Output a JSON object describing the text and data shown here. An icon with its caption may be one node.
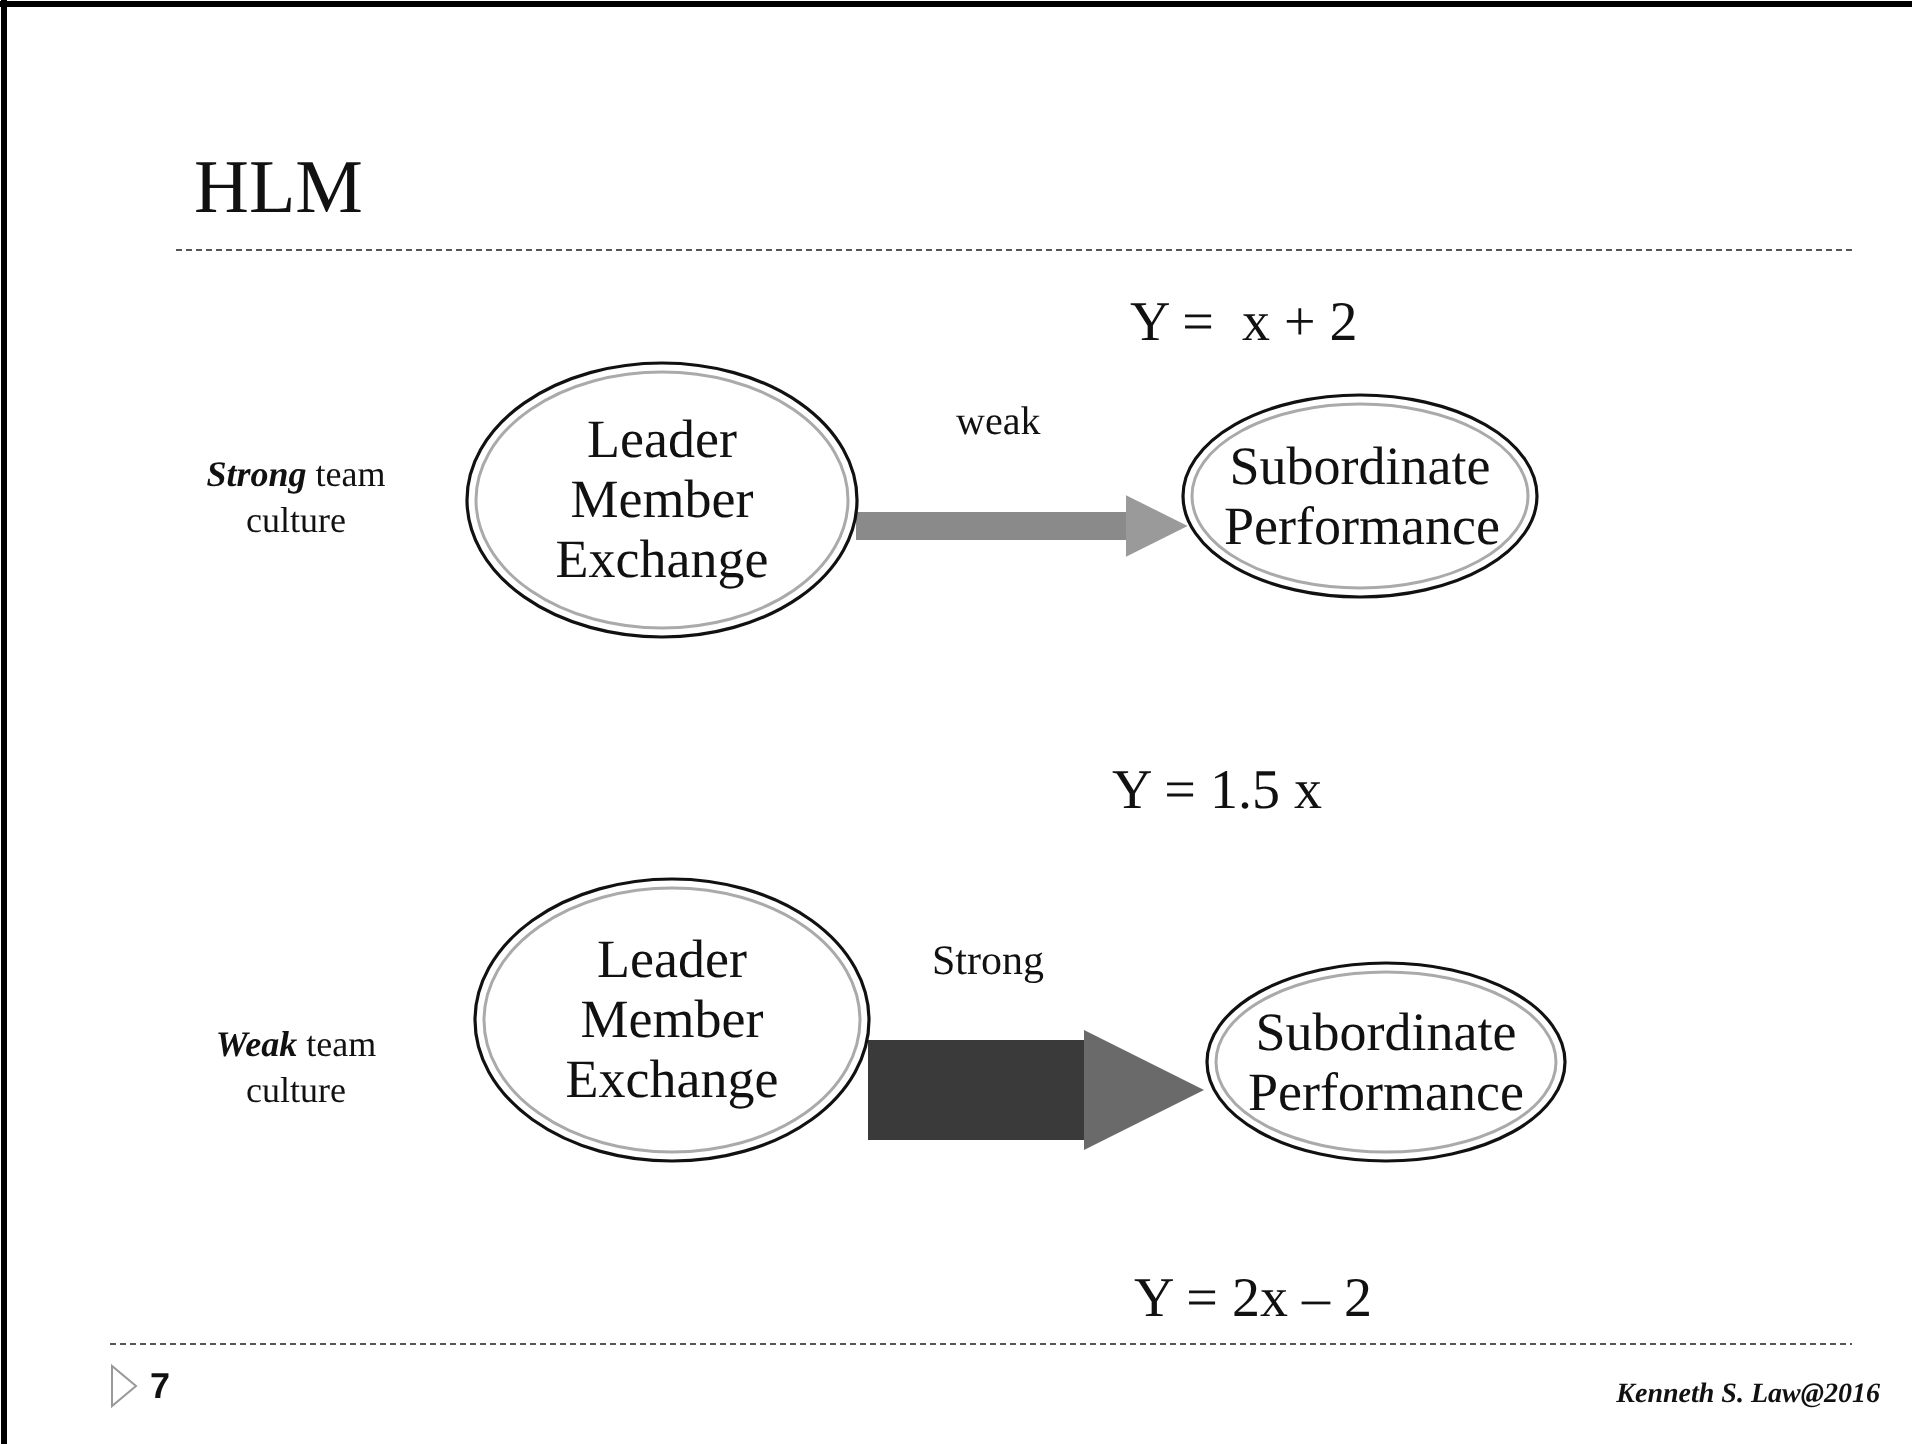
{
  "diagram": {
    "title": "HLM",
    "nodes": [
      {
        "text": [
          "Leader Member Exchange"
        ]
      },
      {
        "text": [
          "Subordinate Performance"
        ]
      },
      {
        "text": [
          "Leader Member Exchange"
        ]
      },
      {
        "text": [
          "Subordinate Performance"
        ]
      }
    ],
    "edges": [
      {
        "from": 0,
        "to": 1,
        "arrow": "to",
        "label": "weak"
      },
      {
        "from": 2,
        "to": 3,
        "arrow": "to",
        "label": "Strong",
        "style": "thick"
      }
    ],
    "labels": [
      "Y =  x + 2",
      "**Strong** team culture",
      "Y = 1.5 x",
      "**Weak** team culture",
      "Y = 2x – 2",
      "7",
      "Kenneth S. Law@2016"
    ]
  }
}
